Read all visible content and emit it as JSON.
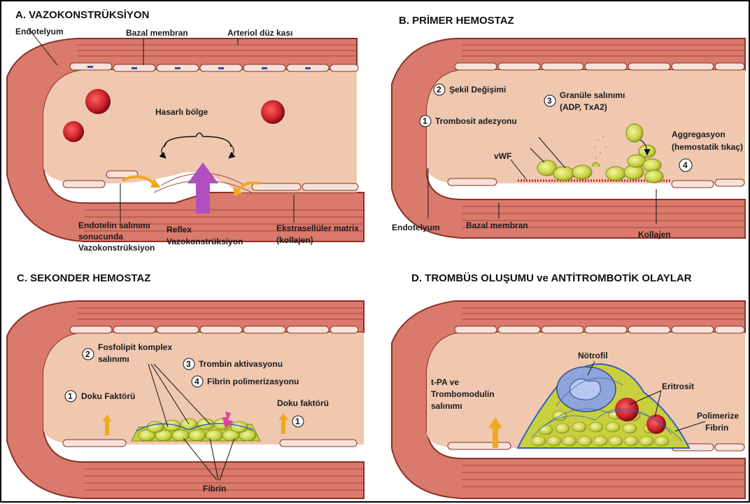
{
  "panels": {
    "a": {
      "title": "A. VAZOKONSTRÜKSİYON",
      "labels": {
        "endotelyum": "Endotelyum",
        "bazal": "Bazal membran",
        "arteriol": "Arteriol düz kası",
        "hasarli": "Hasarlı bölge",
        "endotelin_1": "Endotelin salınımı",
        "endotelin_2": "sonucunda",
        "endotelin_3": "Vazokonstrüksiyon",
        "reflex_1": "Reflex",
        "reflex_2": "Vazokonstrüksiyon",
        "ekstra_1": "Ekstrasellüler matrix",
        "ekstra_2": "(kollajen)"
      }
    },
    "b": {
      "title": "B. PRİMER HEMOSTAZ",
      "labels": {
        "sekil": "Şekil Değişimi",
        "granule_1": "Granüle salınımı",
        "granule_2": "(ADP, TxA2)",
        "adezyon": "Trombosit adezyonu",
        "vwf": "vWF",
        "aggreg_1": "Aggregasyon",
        "aggreg_2": "(hemostatik tıkaç)",
        "endotelyum": "Endotelyum",
        "bazal": "Bazal membran",
        "kollajen": "Kollajen"
      },
      "numbers": [
        "2",
        "3",
        "1",
        "4"
      ]
    },
    "c": {
      "title": "C. SEKONDER HEMOSTAZ",
      "labels": {
        "fosfo_1": "Fosfolipit komplex",
        "fosfo_2": "salınımı",
        "trombin": "Trombin aktivasyonu",
        "fibrin_pol": "Fibrin polimerizasyonu",
        "doku_left": "Doku Faktörü",
        "doku_right": "Doku faktörü",
        "fibrin": "Fibrin"
      },
      "numbers": [
        "2",
        "3",
        "4",
        "1",
        "1"
      ]
    },
    "d": {
      "title": "D. TROMBÜS OLUŞUMU ve ANTİTROMBOTİK OLAYLAR",
      "labels": {
        "notrofil": "Nötrofil",
        "tpa_1": "t-PA ve",
        "tpa_2": "Trombomodulin",
        "tpa_3": "salınımı",
        "eritrosit": "Eritrosit",
        "polimerize_1": "Polimerize",
        "polimerize_2": "Fibrin"
      }
    }
  },
  "colors": {
    "lumen": "#f0c8b0",
    "wall": "#d97a6c",
    "muscle_line": "#a8443c",
    "rbc": "#c8202a",
    "platelet": "#c8d040",
    "neutrophil": "#8fa4d8",
    "arrow_yellow": "#f0a820",
    "arrow_purple": "#b050c0",
    "arrow_pink": "#e040a0"
  }
}
